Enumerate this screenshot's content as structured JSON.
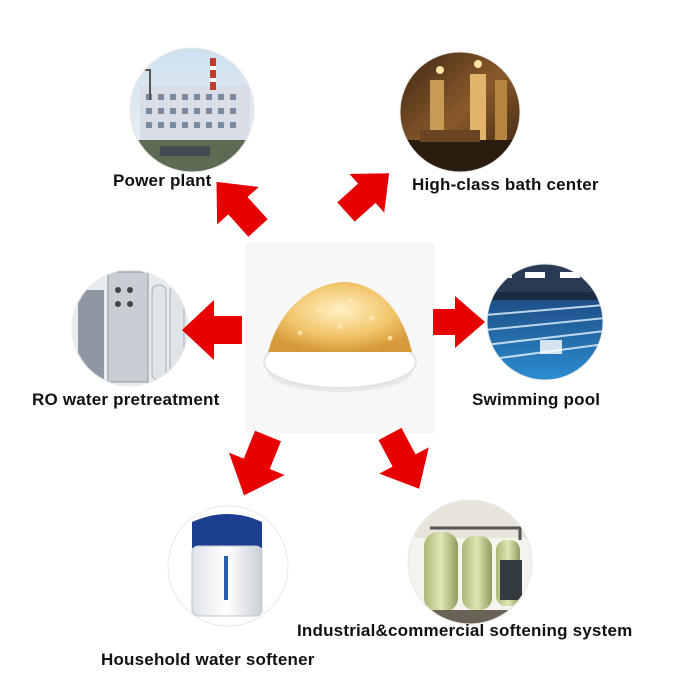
{
  "center": {
    "name": "ion-exchange-resin-bowl"
  },
  "applications": [
    {
      "id": "power-plant",
      "label": "Power plant"
    },
    {
      "id": "bath-center",
      "label": "High-class bath center"
    },
    {
      "id": "ro-pretreatment",
      "label": "RO water pretreatment"
    },
    {
      "id": "swimming-pool",
      "label": "Swimming pool"
    },
    {
      "id": "household-softener",
      "label": "Household water softener"
    },
    {
      "id": "industrial-softening",
      "label": "Industrial&commercial softening system"
    }
  ],
  "colors": {
    "arrow": "#e60000",
    "background": "#ffffff",
    "label_text": "#111111"
  }
}
